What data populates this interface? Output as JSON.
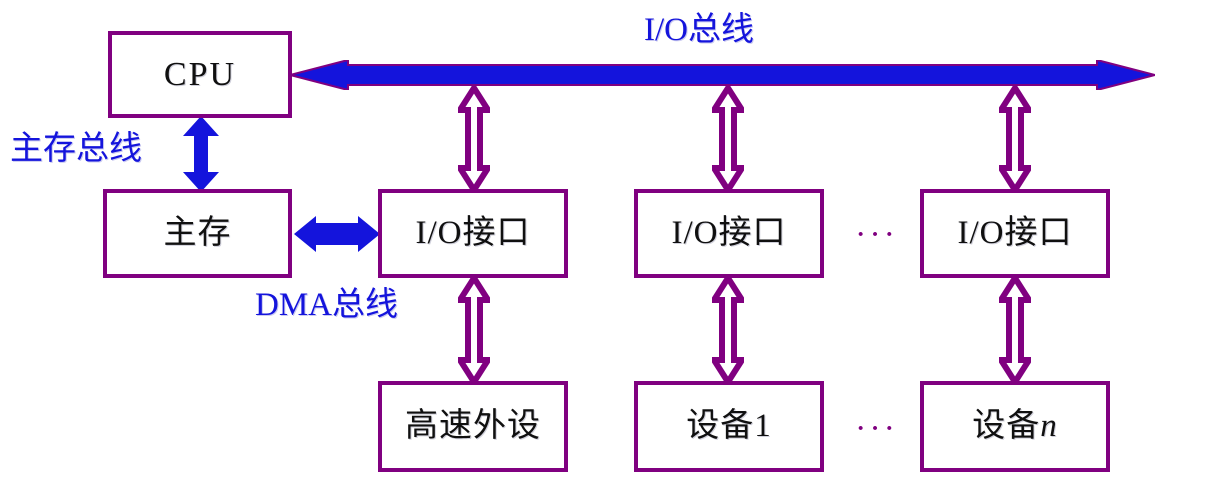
{
  "diagram": {
    "title": "I/O bus and DMA bus computer architecture diagram",
    "colors": {
      "box_border": "#800080",
      "box_fill": "#ffffff",
      "bus_blue": "#1414dc",
      "label_blue": "#1414dc",
      "arrow_purple": "#800080",
      "background": "#ffffff"
    },
    "labels": {
      "io_bus": "I/O总线",
      "main_memory_bus": "主存总线",
      "dma_bus": "DMA总线",
      "ellipsis": "···"
    },
    "boxes": {
      "cpu": "CPU",
      "main_memory": "主存",
      "io_interface_1": "I/O接口",
      "io_interface_2": "I/O接口",
      "io_interface_n": "I/O接口",
      "high_speed_peripheral": "高速外设",
      "device_1": "设备1",
      "device_n_prefix": "设备",
      "device_n_suffix": "n"
    }
  }
}
